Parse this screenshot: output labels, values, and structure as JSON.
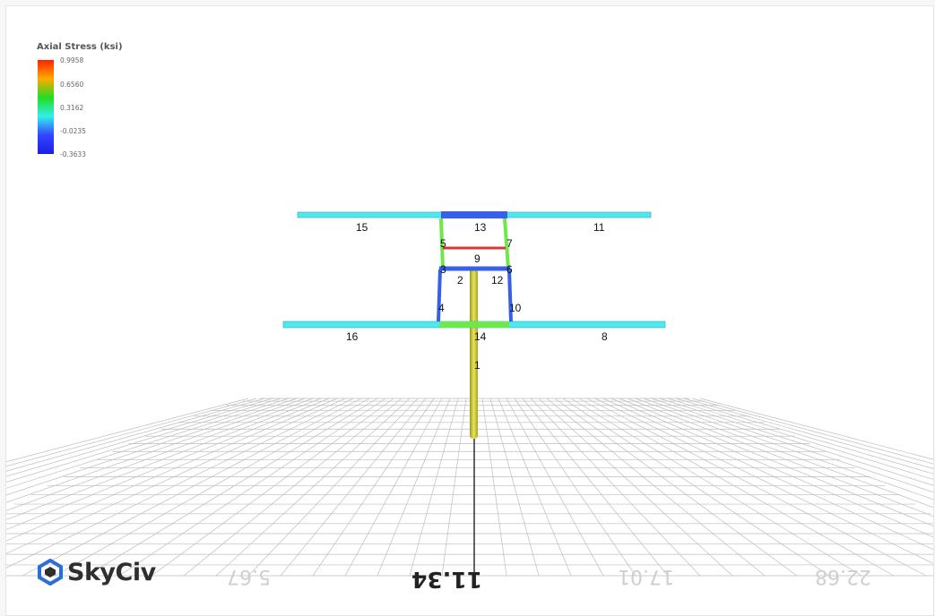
{
  "legend": {
    "title": "Axial Stress (ksi)",
    "ticks": [
      "0.9958",
      "0.6560",
      "0.3162",
      "-0.0235",
      "-0.3633"
    ],
    "gradient_colors": [
      "#ff2200",
      "#ffaa00",
      "#22dd22",
      "#33eeee",
      "#3344ff",
      "#1a20e0"
    ]
  },
  "axis_labels": [
    "11.34",
    "5.67",
    "17.01",
    "22.68"
  ],
  "member_labels": [
    "1",
    "2",
    "3",
    "4",
    "5",
    "6",
    "7",
    "8",
    "9",
    "10",
    "11",
    "12",
    "13",
    "14",
    "15",
    "16"
  ],
  "colors": {
    "yellow": "#d4cf36",
    "cyan": "#4ee8f0",
    "blue": "#3560e8",
    "green": "#6ee84a",
    "red": "#d63838"
  },
  "branding": {
    "logo_text": "SkyCiv"
  }
}
